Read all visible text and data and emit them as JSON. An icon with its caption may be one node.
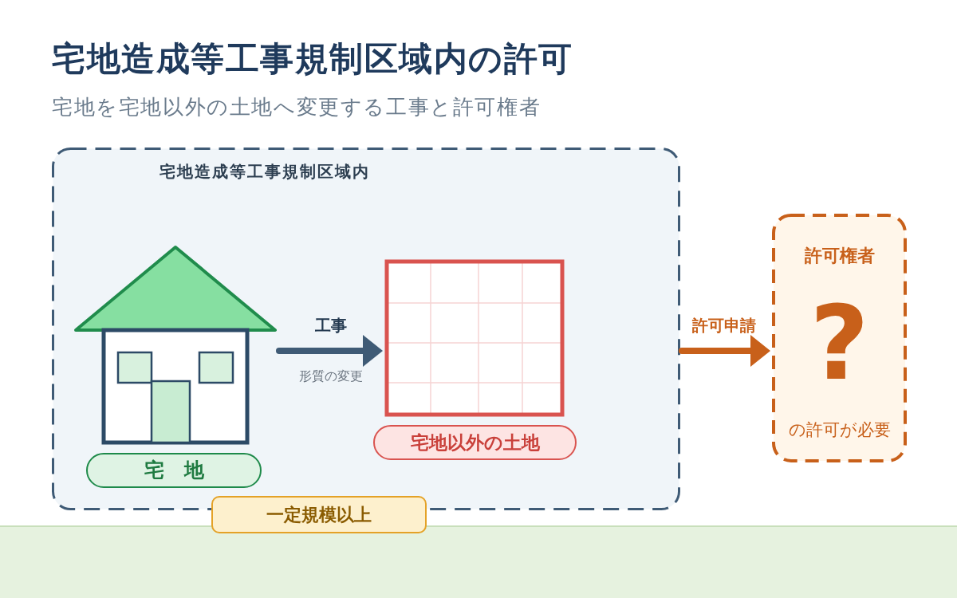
{
  "diagram": {
    "title": "宅地造成等工事規制区域内の許可",
    "nodes": [
      {
        "text": [
          "宅地造成等工事規制区域内"
        ]
      },
      {
        "text": [],
        "shape": "picture",
        "in": 0
      },
      {
        "text": [
          "宅　地"
        ],
        "in": 0
      },
      {
        "text": [],
        "shape": "picture",
        "in": 0
      },
      {
        "text": [
          "宅地以外の土地"
        ],
        "in": 0
      },
      {
        "text": [
          "一定規模以上"
        ]
      },
      {
        "text": [
          "許可権者",
          "?",
          "の許可が必要"
        ]
      }
    ],
    "edges": [
      {
        "from": 1,
        "to": 3,
        "arrow": "to",
        "label": "工事"
      },
      {
        "from": 0,
        "to": 6,
        "arrow": "to",
        "label": "許可申請",
        "color": "#c8601a"
      }
    ],
    "labels": [
      "宅地を宅地以外の土地へ変更する工事と許可権者",
      "形質の変更"
    ]
  }
}
